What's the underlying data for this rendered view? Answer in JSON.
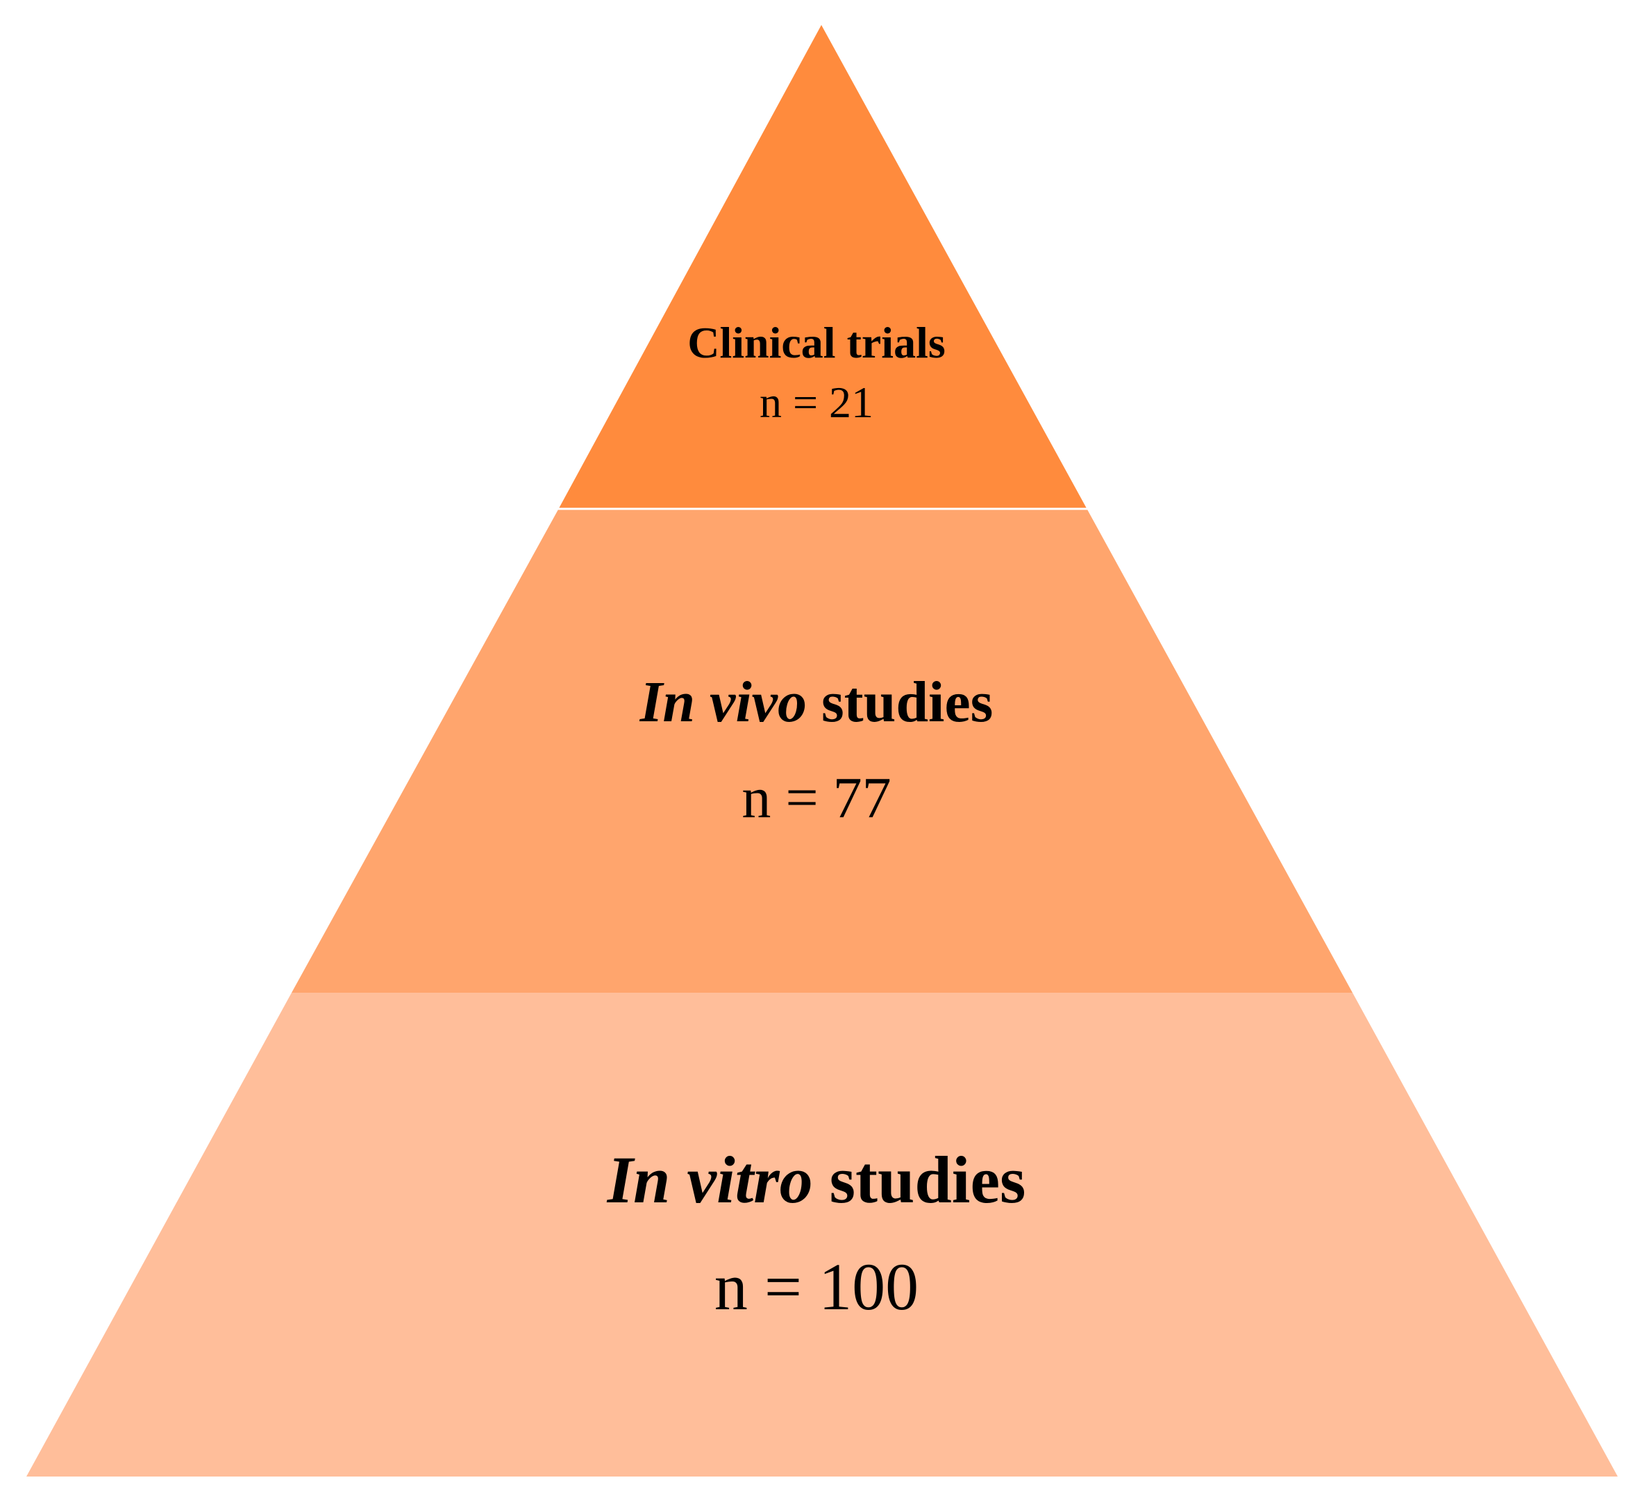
{
  "pyramid": {
    "tiers": [
      {
        "id": "top",
        "title_italic": "",
        "title_rest": "Clinical trials",
        "count_label": "n = 21",
        "color": "#FF8B3D"
      },
      {
        "id": "middle",
        "title_italic": "In vivo",
        "title_rest": " studies",
        "count_label": "n = 77",
        "color": "#FFA56D"
      },
      {
        "id": "bottom",
        "title_italic": "In vitro",
        "title_rest": " studies",
        "count_label": "n = 100",
        "color": "#FFBE9A"
      }
    ]
  }
}
